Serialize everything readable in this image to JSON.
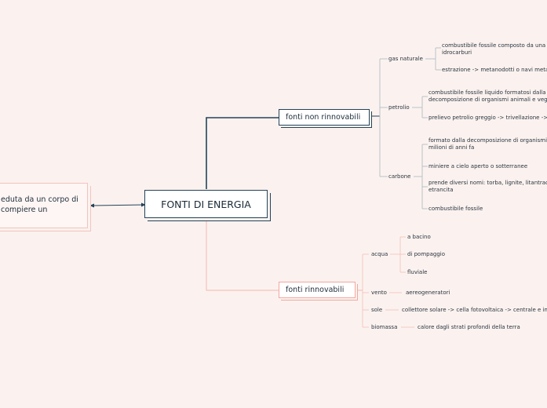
{
  "map": {
    "central": "FONTI DI ENERGIA",
    "left_text": "eduta da un corpo di compiere un",
    "non_renewable": {
      "title": "fonti non rinnovabili",
      "gas": {
        "label": "gas naturale",
        "items": [
          "combustibile fossile composto da una m idrocarburi",
          "estrazione -> metanodotti o navi metan"
        ]
      },
      "oil": {
        "label": "petrolio",
        "items": [
          "combustibile fossile liquido formatosi dalla decomposizione di organismi animali e vege",
          "prelievo petrolio greggio -> trivellazione -> t"
        ]
      },
      "coal": {
        "label": "carbone",
        "items": [
          "formato dalla decomposizione di organismi milioni di anni fa",
          "miniere a cielo aperto o sotterranee",
          "prende diversi nomi: torba, lignite, litantrace etrancita",
          "combustibile fossile"
        ]
      }
    },
    "renewable": {
      "title": "fonti rinnovabili",
      "water": {
        "label": "acqua",
        "items": [
          "a bacino",
          "di pompaggio",
          "fluviale"
        ]
      },
      "wind": {
        "label": "vento",
        "items": [
          "aereogeneratori"
        ]
      },
      "sun": {
        "label": "sole",
        "items": [
          "collettore solare -> cella fotovoltaica -> centrale e imp"
        ]
      },
      "biomass": {
        "label": "biomassa",
        "items": [
          "calore dagli strati profondi della terra"
        ]
      }
    }
  },
  "colors": {
    "background": "#fbf2ef",
    "dark_branch": "#24435a",
    "pink_branch": "#f0a8a0",
    "light_line": "#b9c2c9"
  }
}
